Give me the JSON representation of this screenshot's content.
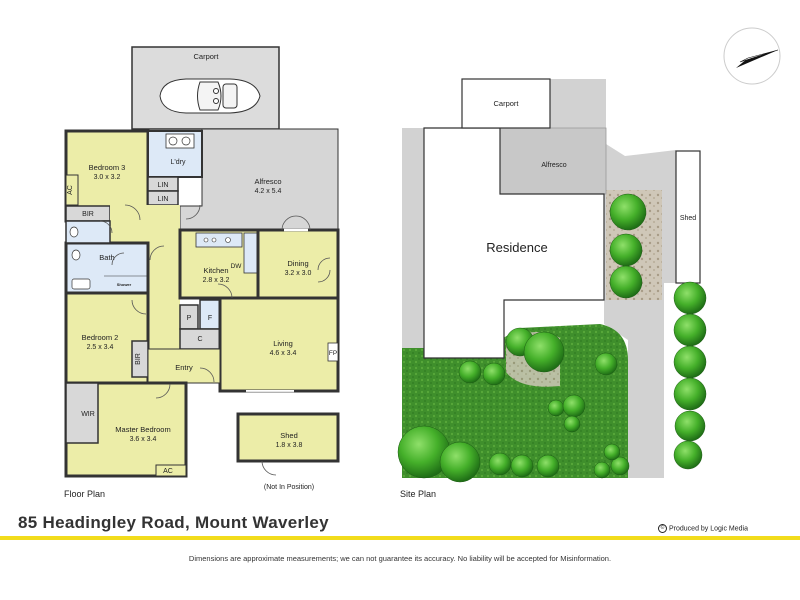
{
  "floor_plan": {
    "caption": "Floor Plan",
    "rooms": {
      "carport": {
        "name": "Carport"
      },
      "bedroom3": {
        "name": "Bedroom 3",
        "size": "3.0 x 3.2"
      },
      "ldry": {
        "name": "L'dry"
      },
      "lin1": {
        "name": "LIN"
      },
      "lin2": {
        "name": "LIN"
      },
      "alfresco": {
        "name": "Alfresco",
        "size": "4.2 x 5.4"
      },
      "ac1": {
        "name": "AC"
      },
      "bir1": {
        "name": "BIR"
      },
      "bath": {
        "name": "Bath"
      },
      "shower": {
        "name": "Shower"
      },
      "kitchen": {
        "name": "Kitchen",
        "size": "2.8 x 3.2"
      },
      "dw": {
        "name": "DW"
      },
      "dining": {
        "name": "Dining",
        "size": "3.2 x 3.0"
      },
      "pantry": {
        "name": "P"
      },
      "fridge": {
        "name": "F"
      },
      "cupboard": {
        "name": "C"
      },
      "bedroom2": {
        "name": "Bedroom 2",
        "size": "2.5 x 3.4"
      },
      "bir2": {
        "name": "BIR"
      },
      "living": {
        "name": "Living",
        "size": "4.6 x 3.4"
      },
      "fp": {
        "name": "FP"
      },
      "entry": {
        "name": "Entry"
      },
      "wir": {
        "name": "WIR"
      },
      "master": {
        "name": "Master Bedroom",
        "size": "3.6 x 3.4"
      },
      "ac2": {
        "name": "AC"
      },
      "shed": {
        "name": "Shed",
        "size": "1.8 x 3.8"
      },
      "shed_note": {
        "name": "(Not In Position)"
      }
    }
  },
  "site_plan": {
    "caption": "Site Plan",
    "labels": {
      "carport": "Carport",
      "alfresco": "Alfresco",
      "residence": "Residence",
      "shed": "Shed"
    }
  },
  "footer": {
    "address": "85 Headingley Road, Mount Waverley",
    "credit": "Produced by Logic Media",
    "disclaimer": "Dimensions are approximate measurements; we can not guarantee its accuracy. No liability will be accepted for Misinformation."
  },
  "colors": {
    "room_fill": "#eceda8",
    "wet_area": "#dde9f7",
    "grey_area": "#d6d6d6",
    "wall": "#333333",
    "lawn": "#3d8c2a",
    "tree": "#4cb82e",
    "accent_line": "#f2dc1c"
  }
}
